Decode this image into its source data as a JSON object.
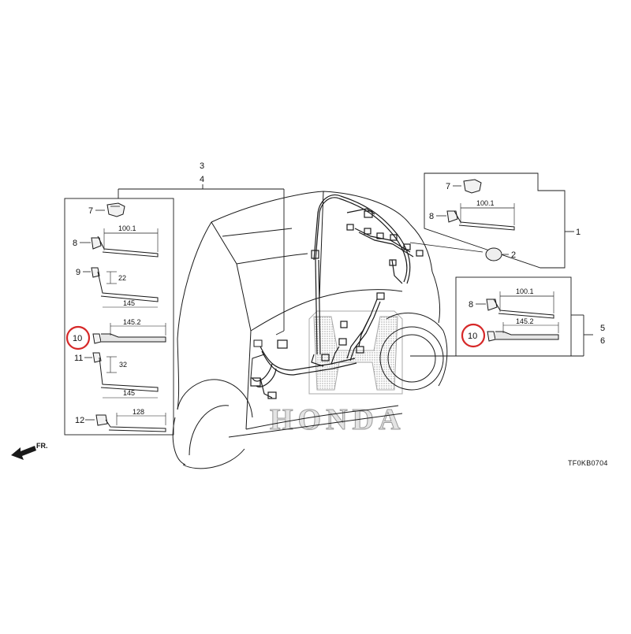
{
  "callouts": {
    "group_left_top": "3",
    "group_left_bottom": "4",
    "part_7": "7",
    "part_8": "8",
    "part_9": "9",
    "part_10": "10",
    "part_11": "11",
    "part_12": "12",
    "part_1": "1",
    "part_2": "2",
    "group_right_top": "5",
    "group_right_bottom": "6"
  },
  "dimensions": {
    "d_100_1": "100.1",
    "d_22": "22",
    "d_145": "145",
    "d_145_2": "145.2",
    "d_32": "32",
    "d_128": "128"
  },
  "front_label": "FR.",
  "brand_watermark": "HONDA",
  "diagram_code": "TF0KB0704",
  "colors": {
    "line": "#1a1a1a",
    "highlight": "#d62828",
    "watermark": "#bdbdbd"
  }
}
